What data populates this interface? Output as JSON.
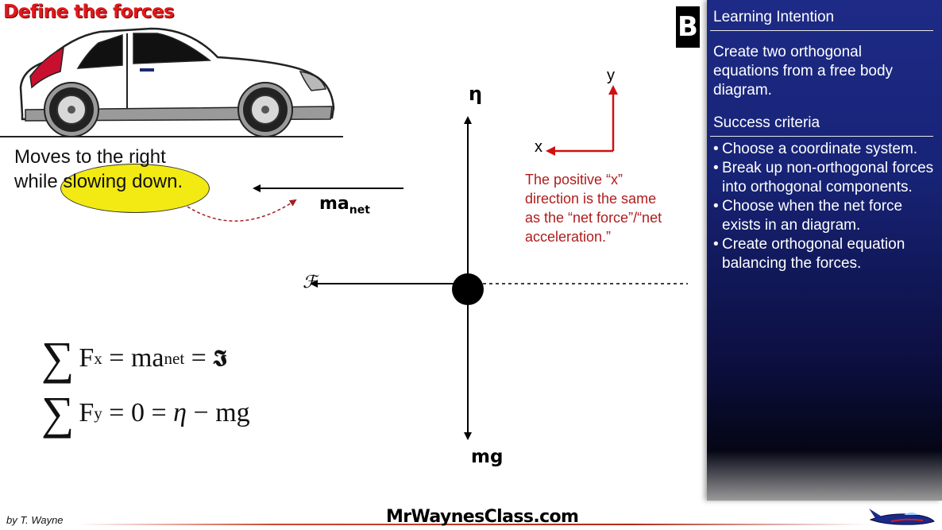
{
  "slide": {
    "title": "Define the forces",
    "badge": "B"
  },
  "scenario": {
    "line1": "Moves to the right",
    "line2_prefix": "while ",
    "line2_highlight": "slowing down."
  },
  "fbd": {
    "normal_label": "η",
    "weight_label": "mg",
    "friction_label": "ℱ",
    "ma_label": "ma",
    "ma_sub": "net",
    "axis_x": "x",
    "axis_y": "y",
    "note": "The positive “x” direction is the same as the “net force”/“net acceleration.”"
  },
  "equations": {
    "eq1": {
      "sigma": "∑",
      "lhs": "F",
      "lhs_sub": "x",
      "eq_a": " = ma",
      "mid_sub": "net",
      "eq_b": " = ",
      "frak": "𝕴"
    },
    "eq2": {
      "sigma": "∑",
      "lhs": "F",
      "lhs_sub": "y",
      "eq_a": " = 0 = ",
      "eta": "η",
      "rest": " − mg"
    }
  },
  "panel": {
    "heading": "Learning Intention",
    "intention": "Create two orthogonal equations from a free body diagram.",
    "criteria_heading": "Success criteria",
    "criteria": [
      "Choose a coordinate system.",
      "Break up non-orthogonal forces into orthogonal components.",
      "Choose when the net force exists in an diagram.",
      "Create orthogonal equation balancing the forces."
    ]
  },
  "footer": {
    "author": "by T. Wayne",
    "site": "MrWaynesClass.com"
  },
  "colors": {
    "title_red": "#e0181b",
    "note_red": "#b01c1c",
    "panel_blue": "#1e2b86",
    "highlight": "#f2ea12"
  }
}
